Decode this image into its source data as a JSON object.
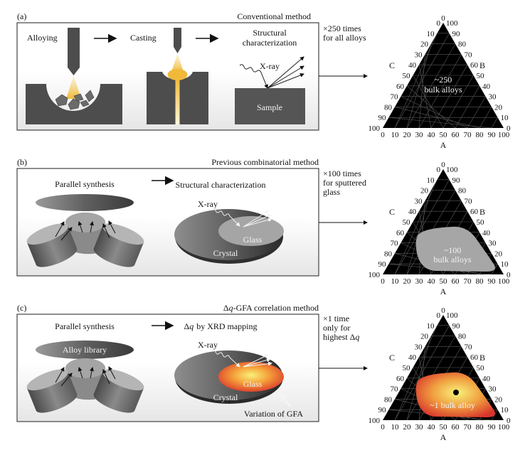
{
  "panels": [
    {
      "id": "a",
      "label": "(a)",
      "method_title": "Conventional method",
      "steps": [
        "Alloying",
        "Casting",
        "Structural characterization"
      ],
      "step_lines": [
        "Structural",
        "characterization"
      ],
      "xray_label": "X-ray",
      "sample_label": "Sample",
      "repeat_note": [
        "×250 times",
        "for all alloys"
      ],
      "ternary": {
        "region_label": [
          "~250",
          "bulk alloys"
        ],
        "region_type": "none"
      }
    },
    {
      "id": "b",
      "label": "(b)",
      "method_title": "Previous combinatorial method",
      "steps": [
        "Parallel synthesis",
        "Structural characterization"
      ],
      "xray_label": "X-ray",
      "glass_label": "Glass",
      "crystal_label": "Crystal",
      "repeat_note": [
        "×100 times",
        "for sputtered",
        "glass"
      ],
      "ternary": {
        "region_label": [
          "~100",
          "bulk alloys"
        ],
        "region_type": "gray"
      }
    },
    {
      "id": "c",
      "label": "(c)",
      "method_title_prefix": "Δ",
      "method_title_q": "q",
      "method_title_rest": "-GFA correlation method",
      "steps": [
        "Parallel synthesis",
        "by XRD mapping"
      ],
      "step2_prefix": "Δ",
      "step2_q": "q",
      "library_label": "Alloy library",
      "xray_label": "X-ray",
      "glass_label": "Glass",
      "crystal_label": "Crystal",
      "variation_label": "Variation of GFA",
      "repeat_note": [
        "×1 time",
        "only for",
        "highest Δ"
      ],
      "repeat_note_q": "q",
      "ternary": {
        "region_label": [
          "~1 bulk alloy"
        ],
        "region_type": "gradient"
      }
    }
  ],
  "ternary_axes": {
    "corner_labels": {
      "left": "C",
      "right": "B",
      "bottom": "A"
    },
    "bottom_ticks": [
      "0",
      "10",
      "20",
      "30",
      "40",
      "50",
      "60",
      "70",
      "80",
      "90",
      "100"
    ],
    "left_ticks": [
      "100",
      "90",
      "80",
      "70",
      "60",
      "50",
      "40",
      "30",
      "20",
      "10",
      "0"
    ],
    "right_ticks": [
      "0",
      "10",
      "20",
      "30",
      "40",
      "50",
      "60",
      "70",
      "80",
      "90",
      "100"
    ]
  },
  "colors": {
    "dark_gray": "#4d4d4d",
    "flame_yellow": "#f0b93a",
    "triangle_fill": "#000000",
    "gray_region": "#a6a6a6",
    "gradient_outer": "#d9342b",
    "gradient_inner": "#f5f06a"
  }
}
